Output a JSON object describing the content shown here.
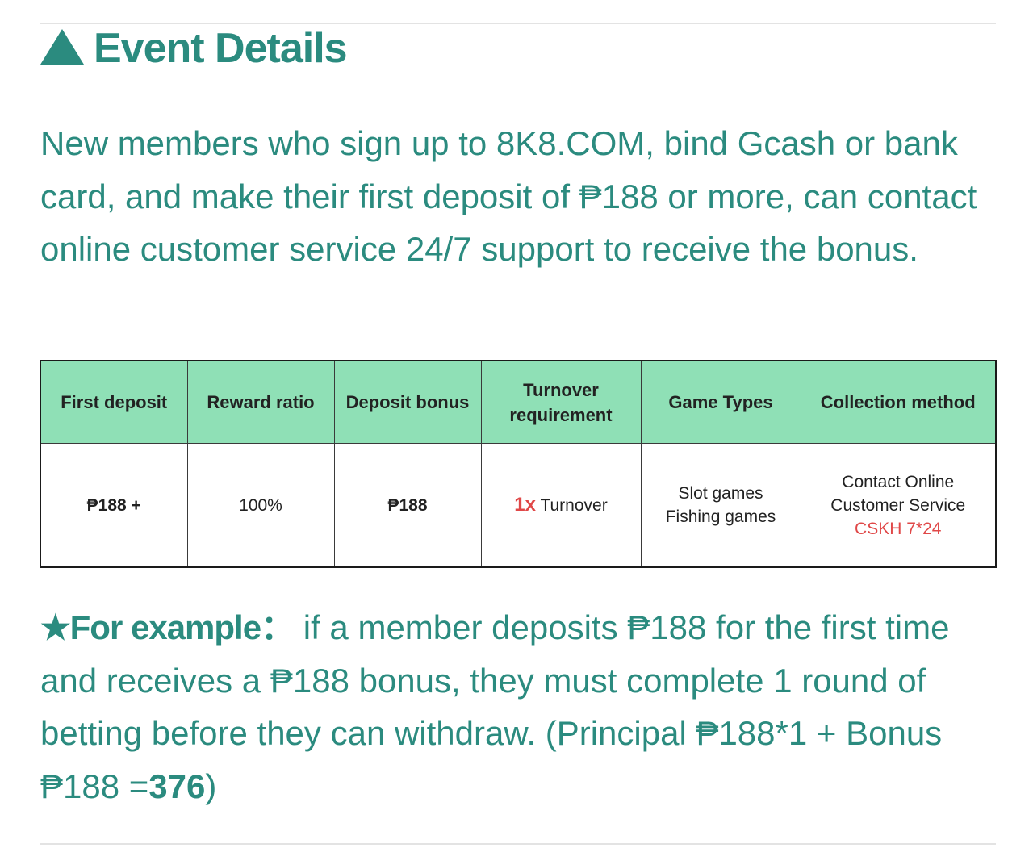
{
  "heading": {
    "title": "Event Details"
  },
  "intro": "New members who sign up to 8K8.COM, bind Gcash or bank card, and make their first deposit of ₱188 or more, can contact online customer service 24/7 support to receive the bonus.",
  "table": {
    "headers": {
      "first_deposit": "First deposit",
      "reward_ratio": "Reward ratio",
      "deposit_bonus": "Deposit bonus",
      "turnover_line1": "Turnover",
      "turnover_line2": "requirement",
      "game_types": "Game Types",
      "collection_method": "Collection method"
    },
    "row": {
      "first_deposit": "₱188 +",
      "reward_ratio": "100%",
      "deposit_bonus": "₱188",
      "turnover_multiplier": "1x",
      "turnover_text": "Turnover",
      "game_type_1": "Slot games",
      "game_type_2": "Fishing games",
      "collection_line1": "Contact Online",
      "collection_line2": "Customer Service",
      "collection_line3": "CSKH 7*24"
    }
  },
  "example": {
    "label": "★For example：",
    "text": " if a member deposits ₱188 for the first time and receives a ₱188 bonus, they must complete 1 round of betting before they can withdraw.  (Principal ₱188*1 + Bonus ₱188 =",
    "total": "376",
    "close": ")"
  },
  "colors": {
    "accent": "#2b8b7f",
    "header_bg": "#8fe0b6",
    "highlight_red": "#e04848"
  }
}
